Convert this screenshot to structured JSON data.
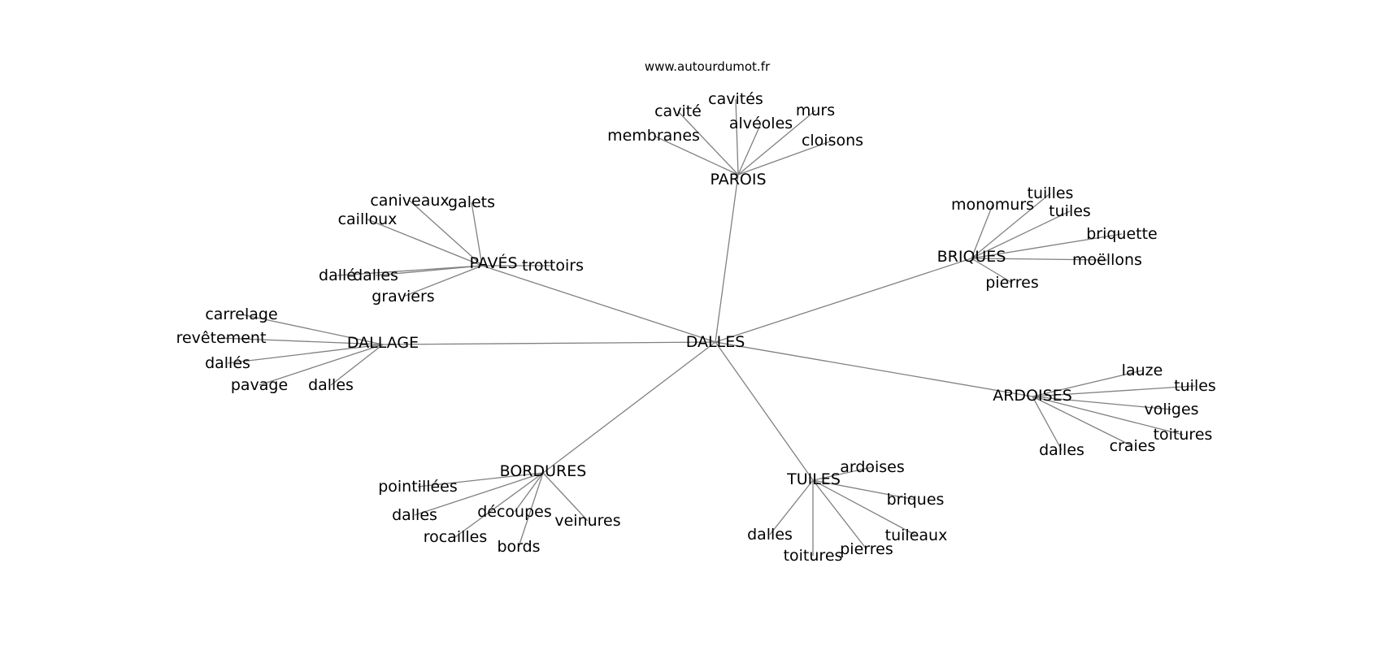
{
  "source": "www.autourdumot.fr",
  "colors": {
    "edge": "#808080",
    "text": "#000000",
    "background": "#ffffff"
  },
  "graph": {
    "center": "DALLES",
    "hubs": [
      {
        "id": "parois",
        "label": "PAROIS",
        "words": [
          "cavités",
          "cavité",
          "murs",
          "alvéoles",
          "membranes",
          "cloisons"
        ]
      },
      {
        "id": "paves",
        "label": "PAVÉS",
        "words": [
          "caniveaux",
          "galets",
          "cailloux",
          "dallé",
          "dalles",
          "trottoirs",
          "graviers"
        ]
      },
      {
        "id": "briques",
        "label": "BRIQUES",
        "words": [
          "tuilles",
          "monomurs",
          "tuiles",
          "briquette",
          "moëllons",
          "pierres"
        ]
      },
      {
        "id": "dallage",
        "label": "DALLAGE",
        "words": [
          "carrelage",
          "revêtement",
          "dallés",
          "pavage",
          "dalles"
        ]
      },
      {
        "id": "ardoises",
        "label": "ARDOISES",
        "words": [
          "lauze",
          "tuiles",
          "voliges",
          "toitures",
          "craies",
          "dalles"
        ]
      },
      {
        "id": "bordures",
        "label": "BORDURES",
        "words": [
          "pointillées",
          "dalles",
          "découpes",
          "veinures",
          "rocailles",
          "bords"
        ]
      },
      {
        "id": "tuiles",
        "label": "TUILES",
        "words": [
          "ardoises",
          "briques",
          "tuileaux",
          "dalles",
          "toitures",
          "pierres"
        ]
      }
    ]
  }
}
